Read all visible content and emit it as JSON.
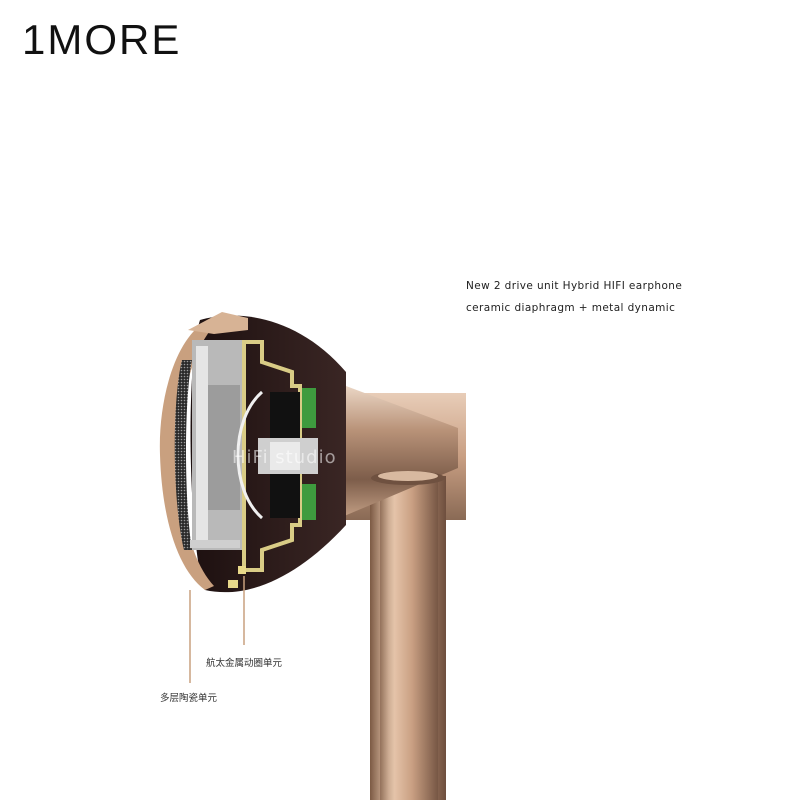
{
  "brand": {
    "logo_text": "1MORE"
  },
  "caption": {
    "line1": "New 2 drive unit Hybrid HIFI earphone",
    "line2": "ceramic diaphragm + metal dynamic"
  },
  "callouts": {
    "metal_dynamic_unit": "航太金属动圈单元",
    "ceramic_unit": "多层陶瓷单元"
  },
  "watermark": "HiFi studio",
  "colors": {
    "gold": "#c9a07f",
    "dark_shell": "#2e1d1c",
    "driver_grey": "#b7b7b7",
    "pcb_green": "#3e9b3e",
    "inner_gold": "#d9cc86"
  }
}
